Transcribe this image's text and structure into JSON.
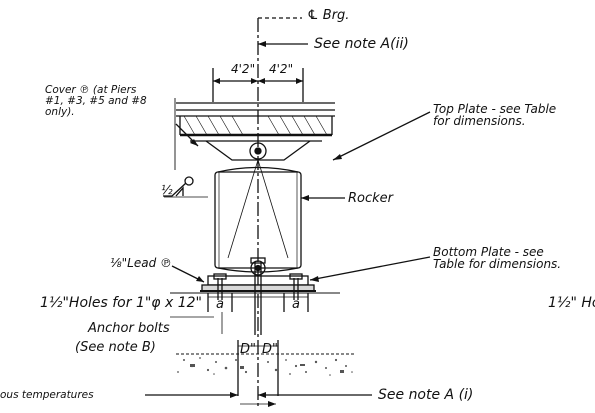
{
  "labels": {
    "cl_brg": "℄ Brg.",
    "note_a_ii": "See note A(ii)",
    "dim_left": "4'2\"",
    "dim_right": "4'2\"",
    "cover_plate_line1": "Cover ℗ (at Piers",
    "cover_plate_line2": "#1, #3, #5 and #8",
    "cover_plate_line3": "only).",
    "top_plate_line1": "Top Plate - see Table",
    "top_plate_line2": "for dimensions.",
    "weld": "½",
    "rocker": "Rocker",
    "bottom_plate_line1": "Bottom Plate - see",
    "bottom_plate_line2": "Table for dimensions.",
    "lead_plate": "⅛\"Lead ℗",
    "holes": "1½\"Holes for 1\"φ x 12\"",
    "holes_right": "1½\" Ho",
    "dim_a_left": "a",
    "dim_a_right": "a",
    "anchor_line1": "Anchor bolts",
    "anchor_line2": "(See note B)",
    "dim_d_left": "D\"",
    "dim_d_right": "D\"",
    "temperatures": "ous temperatures",
    "note_a_i": "See note A (i)"
  }
}
